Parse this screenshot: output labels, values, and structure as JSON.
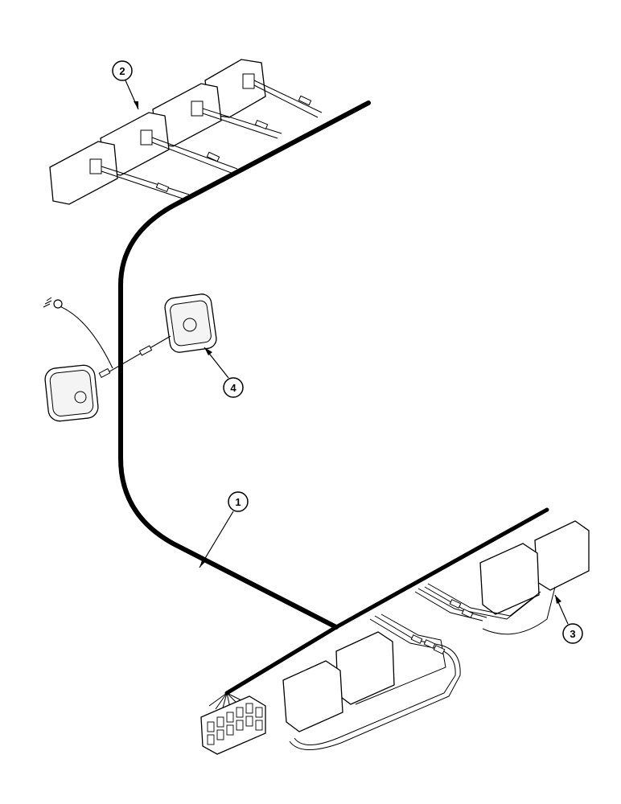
{
  "callouts": [
    {
      "id": "1",
      "label": "1"
    },
    {
      "id": "2",
      "label": "2"
    },
    {
      "id": "3",
      "label": "3"
    },
    {
      "id": "4",
      "label": "4"
    }
  ],
  "ground_symbol": "ground-icon",
  "colors": {
    "line": "#000000",
    "background": "#ffffff"
  }
}
